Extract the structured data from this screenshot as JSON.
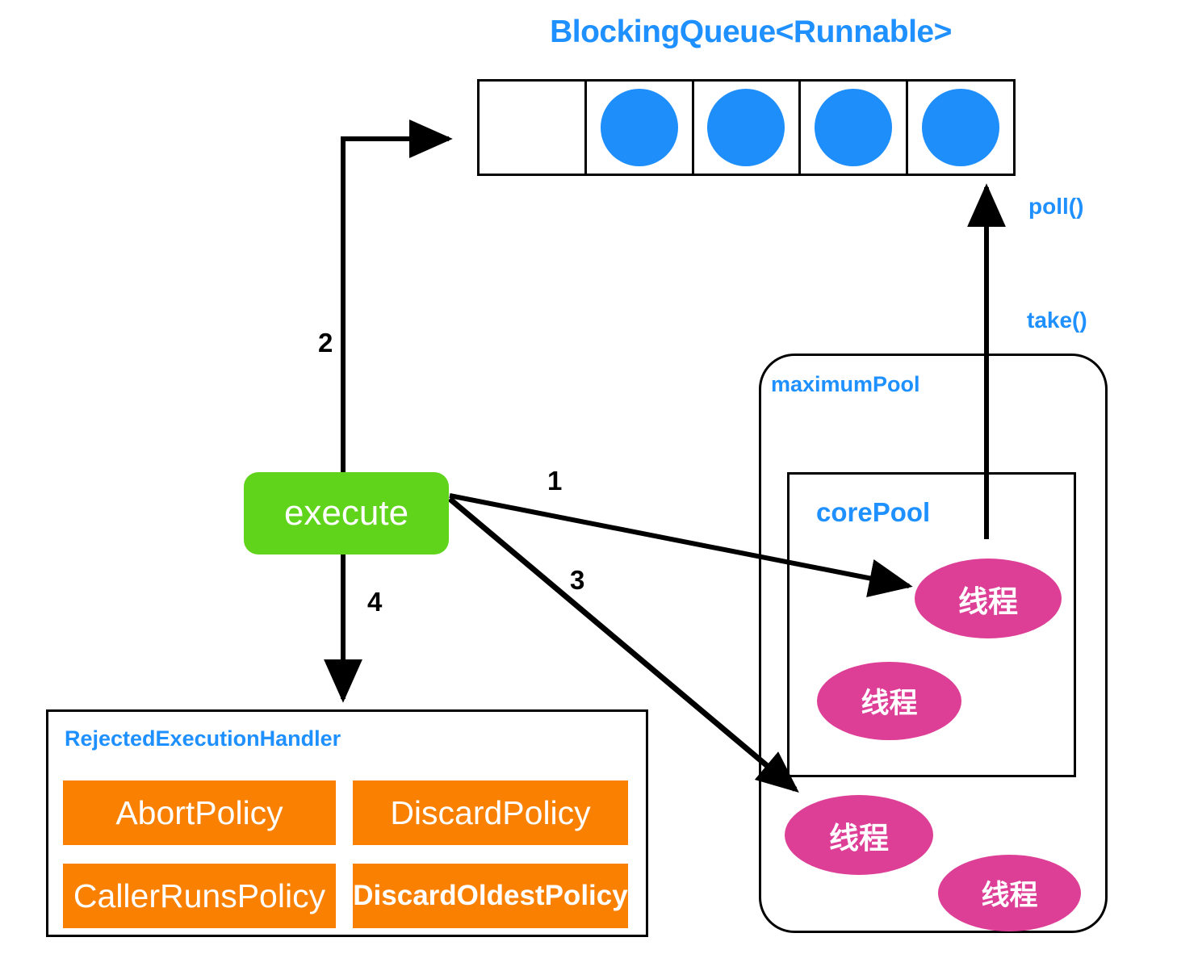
{
  "diagram": {
    "title": "BlockingQueue<Runnable>",
    "queue": {
      "name": "blocking-queue",
      "cells": [
        {
          "filled": false
        },
        {
          "filled": true
        },
        {
          "filled": true
        },
        {
          "filled": true
        },
        {
          "filled": true
        }
      ],
      "task_icon": "task-circle-icon"
    },
    "methods": {
      "poll": "poll()",
      "take": "take()"
    },
    "pools": {
      "maximum_pool_label": "maximumPool",
      "core_pool_label": "corePool",
      "threads": [
        {
          "label": "线程",
          "location": "corePool"
        },
        {
          "label": "线程",
          "location": "corePool"
        },
        {
          "label": "线程",
          "location": "maximumPool"
        },
        {
          "label": "线程",
          "location": "maximumPool"
        }
      ]
    },
    "execute": {
      "label": "execute"
    },
    "steps": [
      {
        "id": "1",
        "label": "1",
        "from": "execute",
        "to": "corePool thread"
      },
      {
        "id": "2",
        "label": "2",
        "from": "execute",
        "to": "BlockingQueue"
      },
      {
        "id": "3",
        "label": "3",
        "from": "execute",
        "to": "maximumPool thread"
      },
      {
        "id": "4",
        "label": "4",
        "from": "execute",
        "to": "RejectedExecutionHandler"
      }
    ],
    "rejected_handler": {
      "title": "RejectedExecutionHandler",
      "policies": [
        "AbortPolicy",
        "DiscardPolicy",
        "CallerRunsPolicy",
        "DiscardOldestPolicy"
      ]
    },
    "colors": {
      "accent_blue": "#1E90FF",
      "task_blue": "#1E8EFB",
      "execute_green": "#5FD41A",
      "thread_pink": "#DD3E96",
      "policy_orange": "#F98000",
      "stroke": "#000000"
    }
  }
}
